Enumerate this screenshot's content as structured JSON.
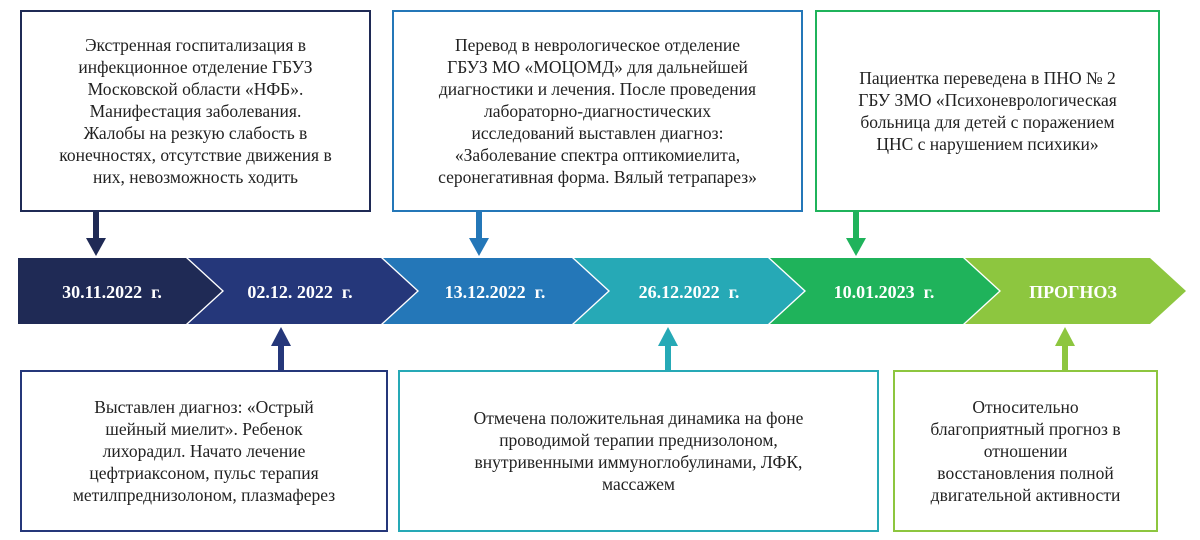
{
  "colors": {
    "seg1": "#1f2a55",
    "seg2": "#25377a",
    "seg3": "#2477b8",
    "seg4": "#26a9b6",
    "seg5": "#1fb35b",
    "seg6": "#8dc63f"
  },
  "timeline": {
    "segments": [
      {
        "label": "30.11.2022  г."
      },
      {
        "label": "02.12. 2022  г."
      },
      {
        "label": "13.12.2022  г."
      },
      {
        "label": "26.12.2022  г."
      },
      {
        "label": "10.01.2023  г."
      },
      {
        "label": "ПРОГНОЗ"
      }
    ]
  },
  "top_boxes": [
    {
      "text": "Экстренная госпитализация в\nинфекционное отделение ГБУЗ\nМосковской области «НФБ».\nМанифестация заболевания.\nЖалобы на резкую слабость в\nконечностях, отсутствие движения в\nних, невозможность ходить"
    },
    {
      "text": "Перевод в неврологическое отделение\nГБУЗ МО «МОЦОМД» для дальнейшей\nдиагностики и лечения. После проведения\nлабораторно-диагностических\nисследований выставлен диагноз:\n«Заболевание спектра оптикомиелита,\nсеронегативная форма. Вялый тетрапарез»"
    },
    {
      "text": "Пациентка переведена в ПНО № 2\nГБУ ЗМО «Психоневрологическая\nбольница для детей с поражением\nЦНС с нарушением психики»"
    }
  ],
  "bottom_boxes": [
    {
      "text": "Выставлен диагноз: «Острый\nшейный миелит». Ребенок\nлихорадил. Начато лечение\nцефтриаксоном, пульс терапия\nметилпреднизолоном, плазмаферез"
    },
    {
      "text": "Отмечена положительная динамика на фоне\nпроводимой терапии преднизолоном,\nвнутривенными иммуноглобулинами, ЛФК,\nмассажем"
    },
    {
      "text": "Относительно\nблагоприятный прогноз в\nотношении\nвосстановления полной\nдвигательной активности"
    }
  ]
}
